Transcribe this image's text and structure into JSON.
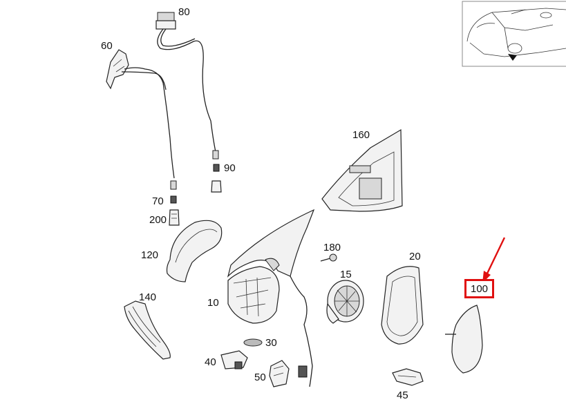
{
  "labels": {
    "p80": "80",
    "p60": "60",
    "p160": "160",
    "p90": "90",
    "p70": "70",
    "p200": "200",
    "p120": "120",
    "p180": "180",
    "p20": "20",
    "p15": "15",
    "p140": "140",
    "p10": "10",
    "p100": "100",
    "p30": "30",
    "p40": "40",
    "p50": "50",
    "p45": "45"
  },
  "colors": {
    "highlight": "#e01010",
    "line": "#222222"
  },
  "highlighted_part": "100"
}
